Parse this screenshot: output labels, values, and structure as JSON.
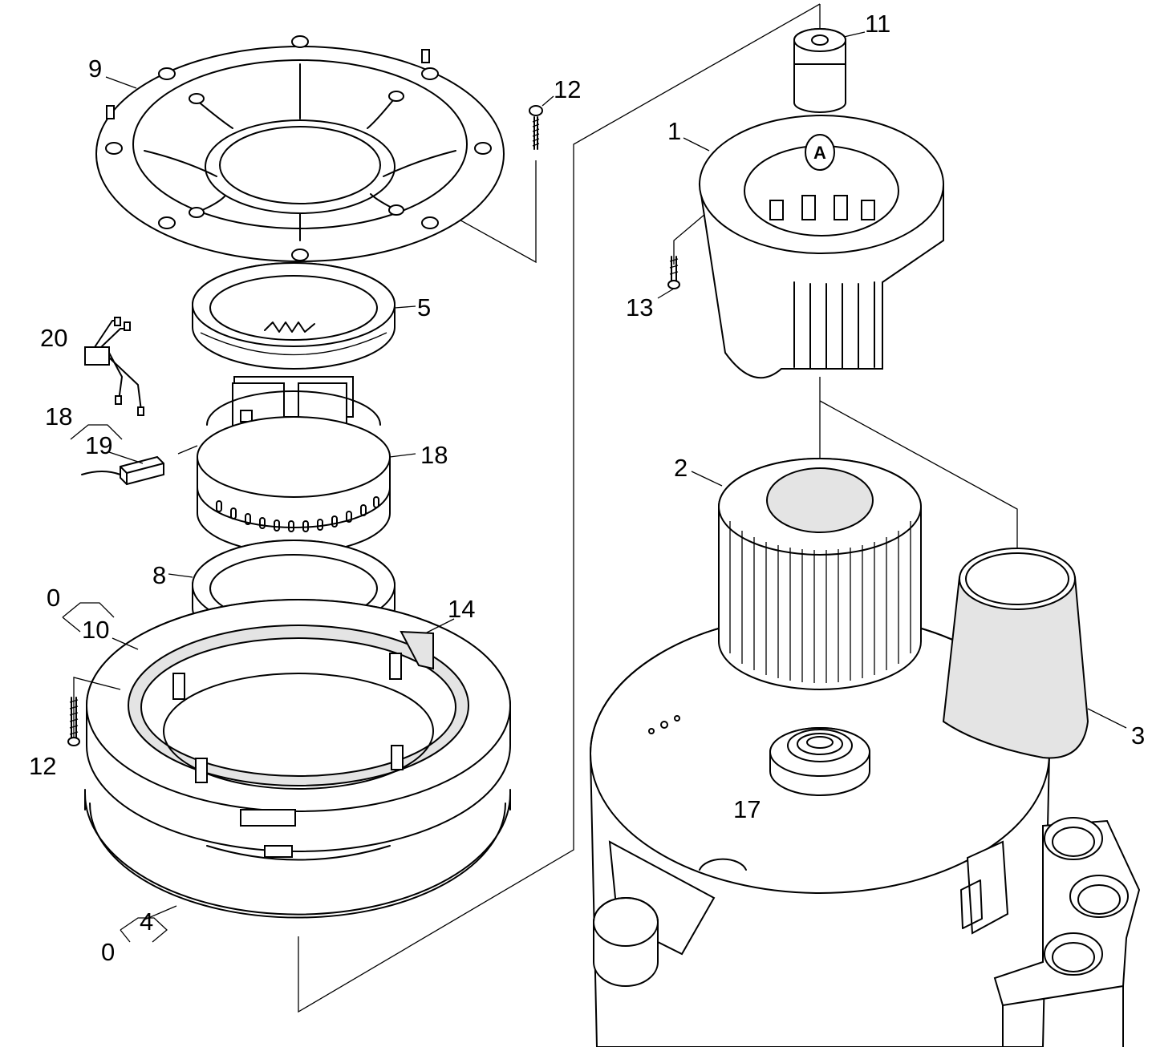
{
  "labels": {
    "l9": "9",
    "l12a": "12",
    "l20": "20",
    "l5": "5",
    "l18a": "18",
    "l19": "19",
    "l18b": "18",
    "l8": "8",
    "l0a": "0",
    "l10": "10",
    "l14": "14",
    "l12b": "12",
    "l4": "4",
    "l0b": "0",
    "l11": "11",
    "l1": "1",
    "l13": "13",
    "l2": "2",
    "l3": "3",
    "l17": "17",
    "markA": "A"
  }
}
